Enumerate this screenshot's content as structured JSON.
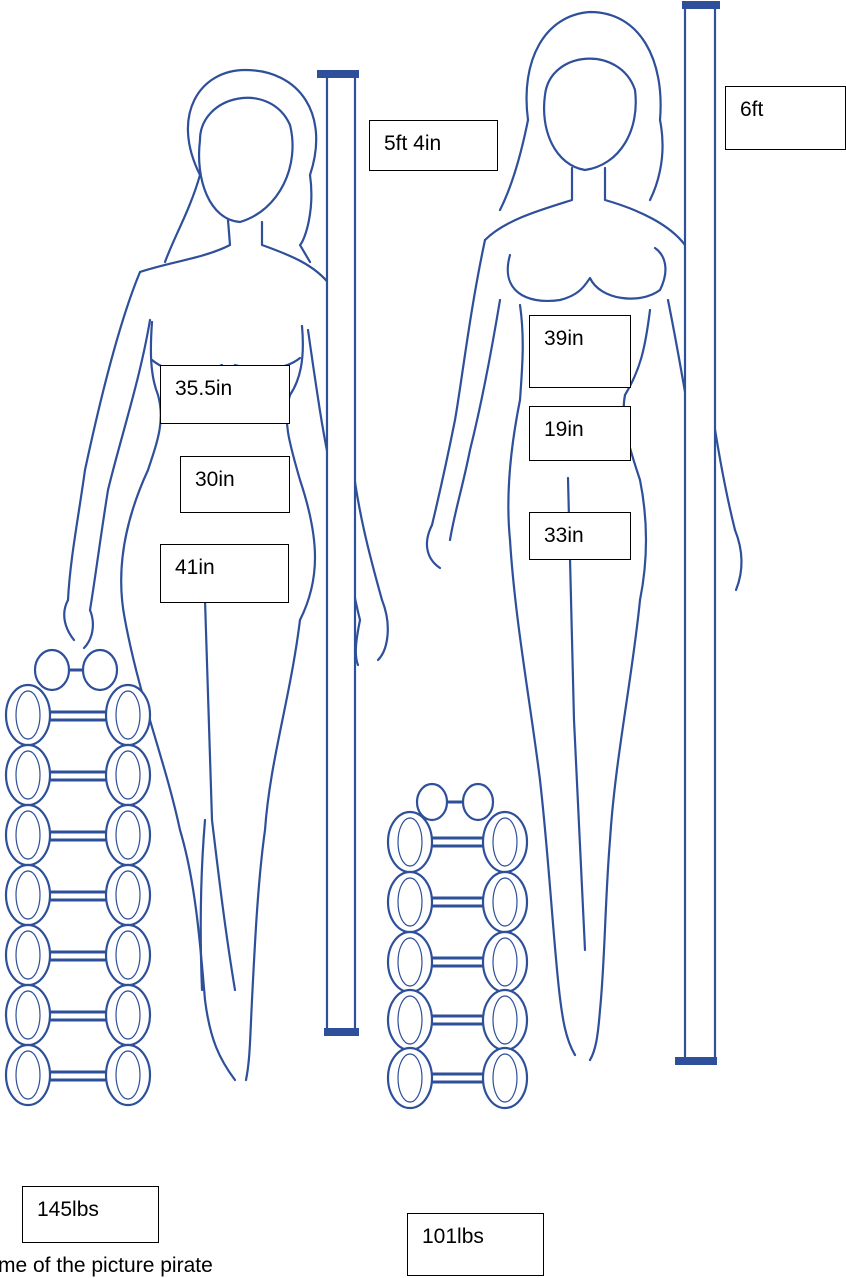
{
  "labels": {
    "left_height": "5ft 4in",
    "left_bust": "35.5in",
    "left_waist": "30in",
    "left_hips": "41in",
    "left_weight": "145lbs",
    "right_height": "6ft",
    "right_bust": "39in",
    "right_waist": "19in",
    "right_hips": "33in",
    "right_weight": "101lbs"
  },
  "caption": "me of the picture pirate",
  "colors": {
    "ink": "#2e4f9a",
    "box_border": "#000000"
  }
}
